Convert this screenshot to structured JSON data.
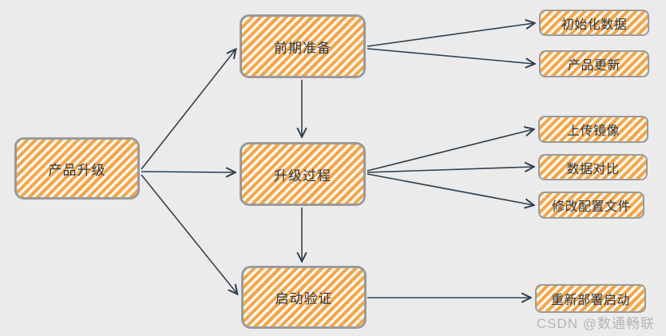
{
  "diagram": {
    "type": "flowchart",
    "nodes": {
      "product_upgrade": {
        "label": "产品升级"
      },
      "prep": {
        "label": "前期准备"
      },
      "process": {
        "label": "升级过程"
      },
      "verify": {
        "label": "启动验证"
      },
      "init_data": {
        "label": "初始化数据"
      },
      "product_update": {
        "label": "产品更新"
      },
      "upload_image": {
        "label": "上传镜像"
      },
      "data_compare": {
        "label": "数据对比"
      },
      "modify_config": {
        "label": "修改配置文件"
      },
      "redeploy": {
        "label": "重新部署启动"
      }
    },
    "edges": [
      {
        "from": "product_upgrade",
        "to": "prep"
      },
      {
        "from": "product_upgrade",
        "to": "process"
      },
      {
        "from": "product_upgrade",
        "to": "verify"
      },
      {
        "from": "prep",
        "to": "init_data"
      },
      {
        "from": "prep",
        "to": "product_update"
      },
      {
        "from": "prep",
        "to": "process"
      },
      {
        "from": "process",
        "to": "upload_image"
      },
      {
        "from": "process",
        "to": "data_compare"
      },
      {
        "from": "process",
        "to": "modify_config"
      },
      {
        "from": "process",
        "to": "verify"
      },
      {
        "from": "verify",
        "to": "redeploy"
      }
    ],
    "colors": {
      "stripe_orange": "#f2a64a",
      "stripe_light": "#faf5ec",
      "node_border": "#9a9a9a",
      "arrow": "#31404f",
      "text": "#333a46",
      "background": "#ebebeb",
      "watermark": "#b5b5b5"
    }
  },
  "watermark": {
    "text": "CSDN @数通畅联"
  }
}
